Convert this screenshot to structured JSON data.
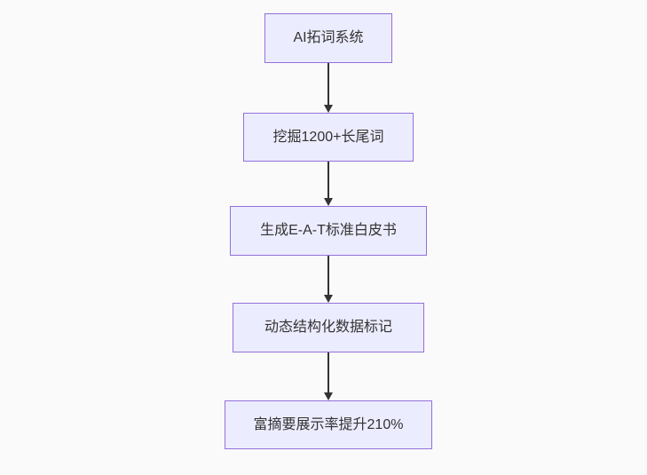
{
  "flowchart": {
    "type": "flowchart-top-down",
    "background_color": "#fafafa",
    "node_fill_color": "#ececff",
    "node_border_color": "#9370db",
    "node_text_color": "#333333",
    "arrow_color": "#333333",
    "nodes": [
      {
        "label": "AI拓词系统"
      },
      {
        "label": "挖掘1200+长尾词"
      },
      {
        "label": "生成E-A-T标准白皮书"
      },
      {
        "label": "动态结构化数据标记"
      },
      {
        "label": "富摘要展示率提升210%"
      }
    ],
    "edges": [
      {
        "from": "AI拓词系统",
        "to": "挖掘1200+长尾词"
      },
      {
        "from": "挖掘1200+长尾词",
        "to": "生成E-A-T标准白皮书"
      },
      {
        "from": "生成E-A-T标准白皮书",
        "to": "动态结构化数据标记"
      },
      {
        "from": "动态结构化数据标记",
        "to": "富摘要展示率提升210%"
      }
    ]
  }
}
